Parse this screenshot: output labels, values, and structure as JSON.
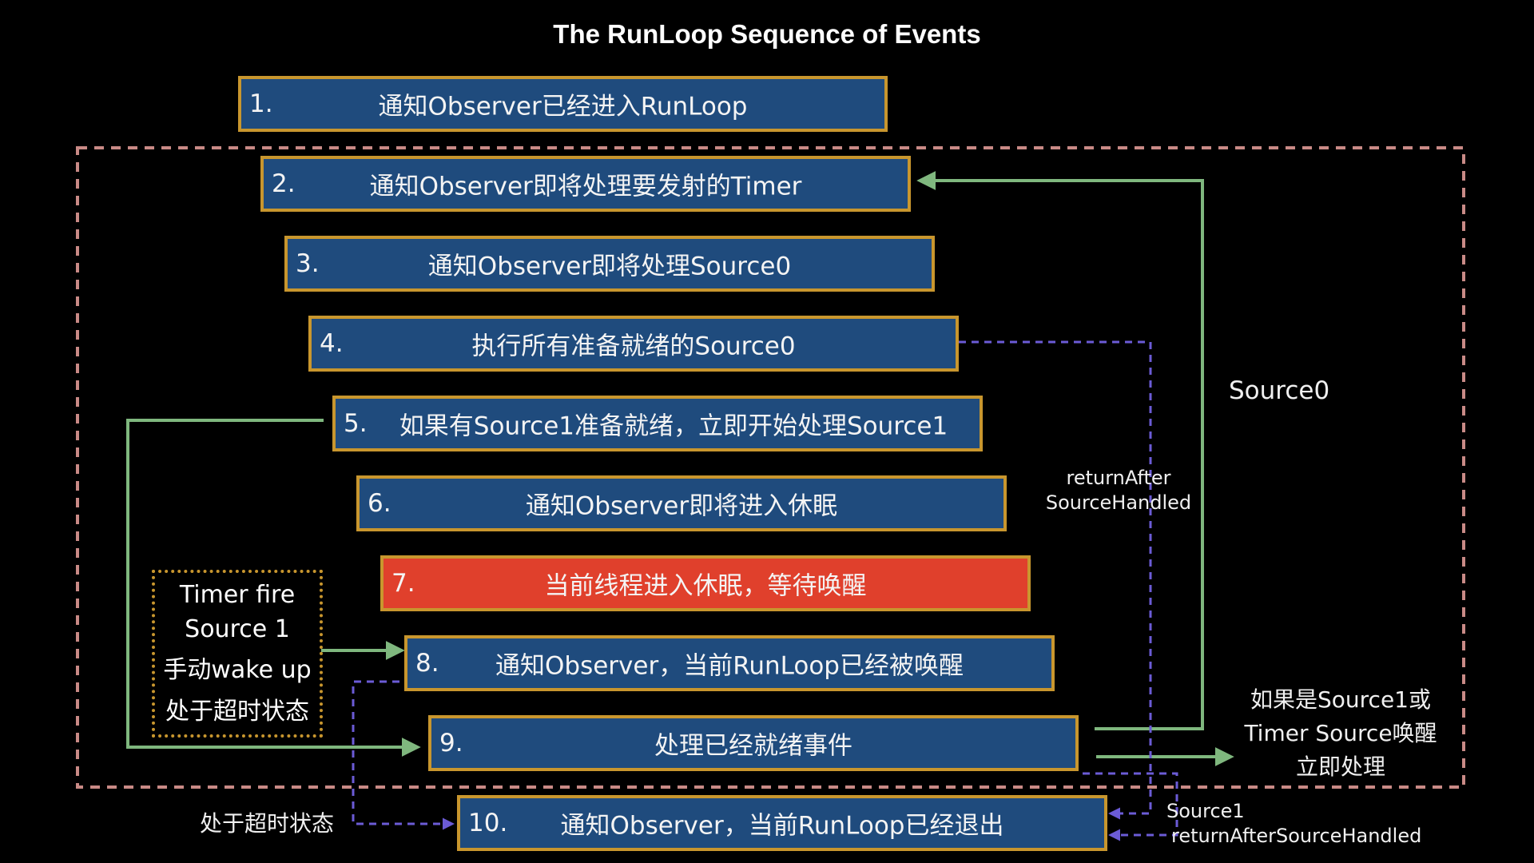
{
  "title": "The RunLoop Sequence of Events",
  "steps": [
    {
      "num": "1.",
      "text": "通知Observer已经进入RunLoop"
    },
    {
      "num": "2.",
      "text": "通知Observer即将处理要发射的Timer"
    },
    {
      "num": "3.",
      "text": "通知Observer即将处理Source0"
    },
    {
      "num": "4.",
      "text": "执行所有准备就绪的Source0"
    },
    {
      "num": "5.",
      "text": "如果有Source1准备就绪，立即开始处理Source1"
    },
    {
      "num": "6.",
      "text": "通知Observer即将进入休眠"
    },
    {
      "num": "7.",
      "text": "当前线程进入休眠，等待唤醒"
    },
    {
      "num": "8.",
      "text": "通知Observer，当前RunLoop已经被唤醒"
    },
    {
      "num": "9.",
      "text": "处理已经就绪事件"
    },
    {
      "num": "10.",
      "text": "通知Observer，当前RunLoop已经退出"
    }
  ],
  "wake_triggers": [
    "Timer fire",
    "Source 1",
    "手动wake up",
    "处于超时状态"
  ],
  "labels": {
    "source0": "Source0",
    "return_after_1": "returnAfter",
    "return_after_2": "SourceHandled",
    "timeout": "处于超时状态",
    "source1_timer_1": "如果是Source1或",
    "source1_timer_2": "Timer Source唤醒",
    "source1_timer_3": "立即处理",
    "source1_exit_1": "Source1",
    "source1_exit_2": "returnAfterSourceHandled"
  },
  "colors": {
    "step_fill": "#1f4b7d",
    "step_border": "#c8962e",
    "sleep_fill": "#e0402c",
    "green_arrow": "#7fb77e",
    "purple_dash": "#6b5bd6",
    "loop_border": "#c98a86"
  }
}
